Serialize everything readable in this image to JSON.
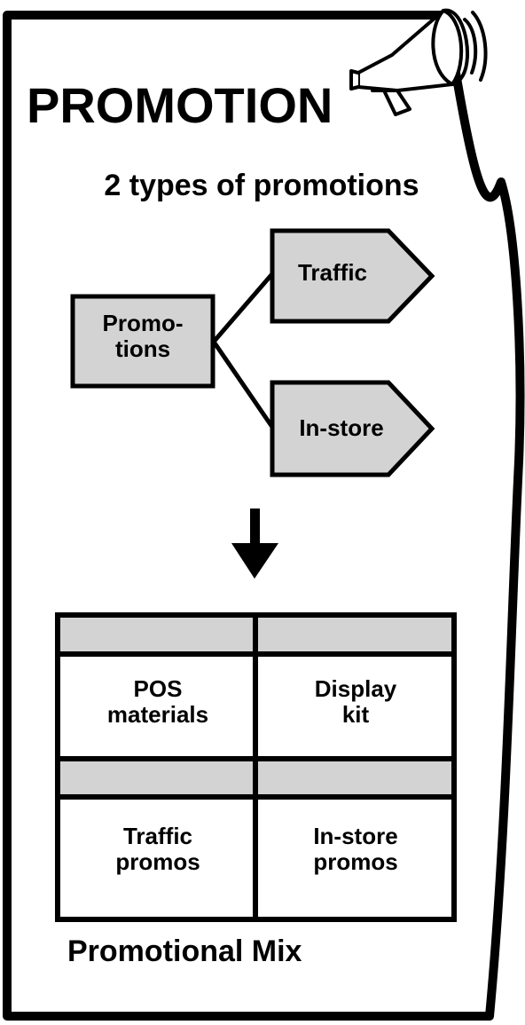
{
  "title": "PROMOTION",
  "subtitle": "2 types of promotions",
  "flow": {
    "source": "Promo-\ntions",
    "targets": [
      "Traffic",
      "In-store"
    ]
  },
  "mix": {
    "cells": [
      "POS\nmaterials",
      "Display\nkit",
      "Traffic\npromos",
      "In-store\npromos"
    ],
    "caption": "Promotional Mix"
  },
  "icon": "megaphone-icon",
  "colors": {
    "fill_gray": "#d3d3d3",
    "ink": "#000000",
    "paper": "#ffffff"
  }
}
